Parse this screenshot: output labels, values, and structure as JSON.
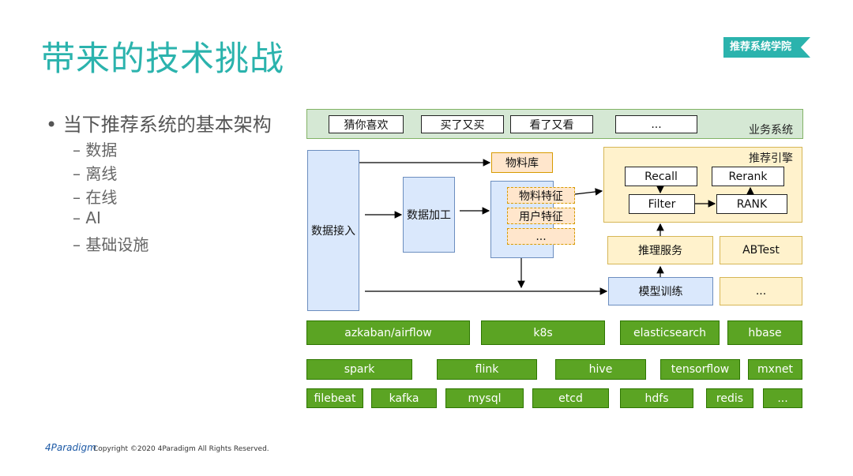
{
  "title": "带来的技术挑战",
  "badge": "推荐系统学院",
  "bullets": {
    "main": "• 当下推荐系统的基本架构",
    "items": [
      "– 数据",
      "– 离线",
      "– 在线",
      "– AI",
      "– 基础设施"
    ]
  },
  "business": {
    "label": "业务系统",
    "items": [
      "猜你喜欢",
      "买了又买",
      "看了又看",
      "..."
    ]
  },
  "data_ingest": "数据接入",
  "data_process": "数据加工",
  "material_lib": "物料库",
  "features": [
    "物料特征",
    "用户特征",
    "..."
  ],
  "engine": {
    "label": "推荐引擎",
    "recall": "Recall",
    "rerank": "Rerank",
    "filter": "Filter",
    "rank": "RANK"
  },
  "inference": "推理服务",
  "abtest": "ABTest",
  "training": "模型训练",
  "misc": "...",
  "infra": {
    "row1": [
      "azkaban/airflow",
      "k8s",
      "elasticsearch",
      "hbase"
    ],
    "row2": [
      "spark",
      "flink",
      "hive",
      "tensorflow",
      "mxnet"
    ],
    "row3": [
      "filebeat",
      "kafka",
      "mysql",
      "etcd",
      "hdfs",
      "redis",
      "..."
    ]
  },
  "footer": {
    "logo": "4Paradigm",
    "copyright": "Copyright ©2020 4Paradigm All Rights Reserved."
  }
}
